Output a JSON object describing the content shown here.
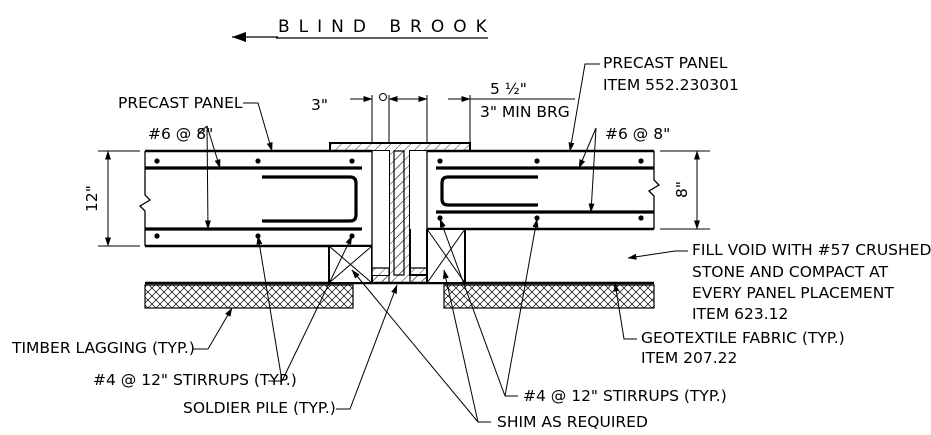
{
  "title": "BLIND BROOK",
  "labels": {
    "precast_panel_left": "PRECAST PANEL",
    "precast_panel_right": "PRECAST PANEL",
    "precast_item": "ITEM 552.230301",
    "rebar_left": "#6 @ 8\"",
    "rebar_right": "#6 @ 8\"",
    "dim_3in": "3\"",
    "dim_5half": "5 ½\"",
    "dim_min_brg": "3\" MIN BRG",
    "dim_12in": "12\"",
    "dim_8in": "8\"",
    "fill_void_1": "FILL VOID WITH #57 CRUSHED",
    "fill_void_2": "STONE AND COMPACT AT",
    "fill_void_3": "EVERY PANEL PLACEMENT",
    "fill_void_4": "ITEM 623.12",
    "geotextile_1": "GEOTEXTILE FABRIC (TYP.)",
    "geotextile_2": "ITEM 207.22",
    "timber_lagging": "TIMBER LAGGING (TYP.)",
    "stirrups_left": "#4 @ 12\" STIRRUPS (TYP.)",
    "stirrups_right": "#4 @ 12\" STIRRUPS (TYP.)",
    "soldier_pile": "SOLDIER PILE (TYP.)",
    "shim": "SHIM AS REQUIRED"
  }
}
